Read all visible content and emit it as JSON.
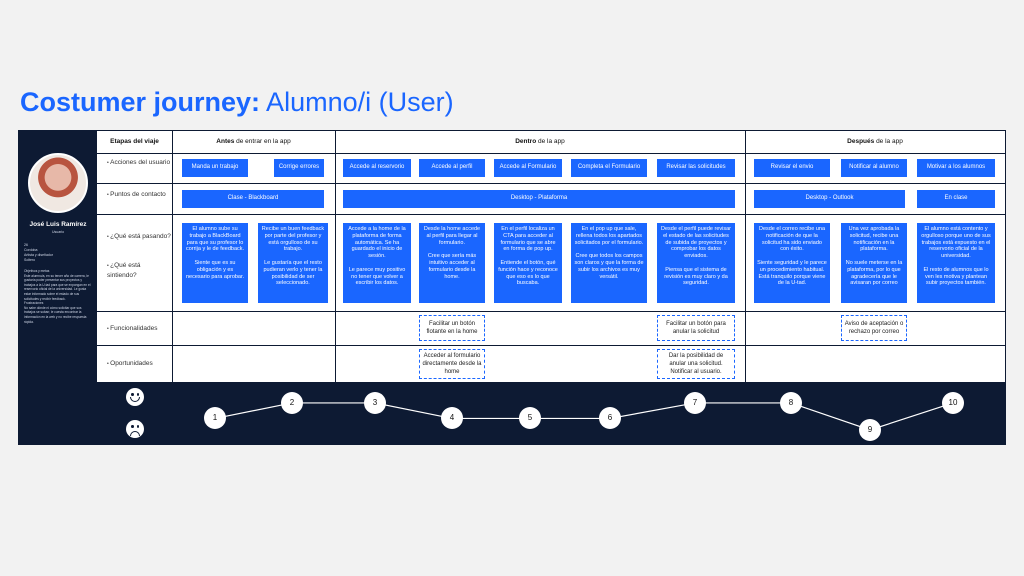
{
  "title": {
    "bold": "Costumer journey:",
    "light": " Alumno/i (User)"
  },
  "profile": {
    "name": "José Luis Ramírez",
    "role": "Usuario",
    "meta": [
      "26",
      "Cordoba",
      "Artista y diseñador",
      "Soltero"
    ],
    "bio": "Objetivos y metas\nEste alumno/a, en su tercer año de carrera, le gustaría poder presentar sus proyectos y trabajos a la U-tad para que se expongan en el reservorio oficial de la universidad. Le gusta estar informado sobre el estado de sus solicitudes y recibir feedback.\nFrustraciones\nNo sabe dónde ni cómo solicitar que sus trabajos se suban; le cuesta encontrar la información en la web y no recibe respuesta rápida."
  },
  "header": {
    "stages_label": "Etapas del viaje",
    "phases": [
      {
        "bold": "Antes",
        "rest": " de entrar en la app"
      },
      {
        "bold": "Dentro",
        "rest": " de la app"
      },
      {
        "bold": "Después",
        "rest": " de la app"
      }
    ]
  },
  "rows": {
    "acciones": "Acciones del usuario",
    "puntos": "Puntos de contacto",
    "pasando": "¿Qué está pasando?",
    "sintiendo": "¿Qué está sintiendo?",
    "funcionalidades": "Funcionalidades",
    "oportunidades": "Oportunidades"
  },
  "actions": [
    "Manda un trabajo",
    "Corrige errores",
    "Accede al reservorio",
    "Accede al perfil",
    "Accede al Formulario",
    "Completa el Formulario",
    "Revisar las solicitudes",
    "Revisar el envio",
    "Notificar al alumno",
    "Motivar a los alumnos"
  ],
  "touchpoints": [
    "Clase - Blackboard",
    "Desktop - Plataforma",
    "Desktop - Outlook",
    "En clase"
  ],
  "cards": [
    "El alumno sube su trabajo a BlackBoard para que su profesor lo corrija y le de feedback.\n\nSiente que es su obligación y es necesario para aprobar.",
    "Recibe un buen feedback por parte del profesor y está orgulloso de su trabajo.\n\nLe gustaría que el resto pudieran verlo y tener la posibilidad de ser seleccionado.",
    "Accede a la home de la plataforma de forma automática. Se ha guardado el inicio de sesión.\n\nLe parece muy positivo no tener que volver a escribir los datos.",
    "Desde la home accede al perfil para llegar al formulario.\n\nCree que sería más intuitivo acceder al formulario desde la home.",
    "En el perfil localiza un CTA para acceder al formulario que se abre en forma de pop up.\n\nEntiende el botón, qué función hace y reconoce que eso es lo que buscaba.",
    "En el pop up que sale, rellena todos los apartados solicitados por el formulario.\n\nCree que todos los campos son claros y que la forma de subir los archivos es muy versátil.",
    "Desde el perfil puede revisar el estado de las solicitudes de subida de proyectos y comprobar los datos enviados.\n\nPiensa que el sistema de revisión es muy claro y da seguridad.",
    "Desde el correo recibe una notificación de que la solicitud ha sido enviado con éxito.\n\nSiente seguridad y le parece un procedimiento habitual. Está tranquilo porque viene de la U-tad.",
    "Una vez aprobada la solicitud, recibe una notificación en la plataforma.\n\nNo suele meterse en la plataforma, por lo que agradecería que le avisaran por correo",
    "El alumno está contento y orgulloso porque uno de sus trabajos está expuesto en el reservorio oficial de la universidad.\n\nEl resto de alumnos que lo ven les motiva y plantean subir proyectos también."
  ],
  "funcionalidades": [
    "Facilitar un botón flotante en la home",
    "Facilitar un botón para anular la solicitud",
    "Aviso de aceptación o rechazo por correo"
  ],
  "oportunidades": [
    "Acceder al formulario directamente desde la home",
    "Dar la posibilidad de anular una solicitud. Notificar al usuario."
  ],
  "emotion": {
    "happy_icon": "smile-face-icon",
    "sad_icon": "sad-face-icon",
    "levels": [
      {
        "n": "1",
        "v": 0.35
      },
      {
        "n": "2",
        "v": 0.82
      },
      {
        "n": "3",
        "v": 0.82
      },
      {
        "n": "4",
        "v": 0.35
      },
      {
        "n": "5",
        "v": 0.35
      },
      {
        "n": "6",
        "v": 0.35
      },
      {
        "n": "7",
        "v": 0.82
      },
      {
        "n": "8",
        "v": 0.82
      },
      {
        "n": "9",
        "v": 0.0
      },
      {
        "n": "10",
        "v": 0.82
      }
    ]
  },
  "colors": {
    "accent": "#1a66ff",
    "dark": "#0d1a33"
  }
}
